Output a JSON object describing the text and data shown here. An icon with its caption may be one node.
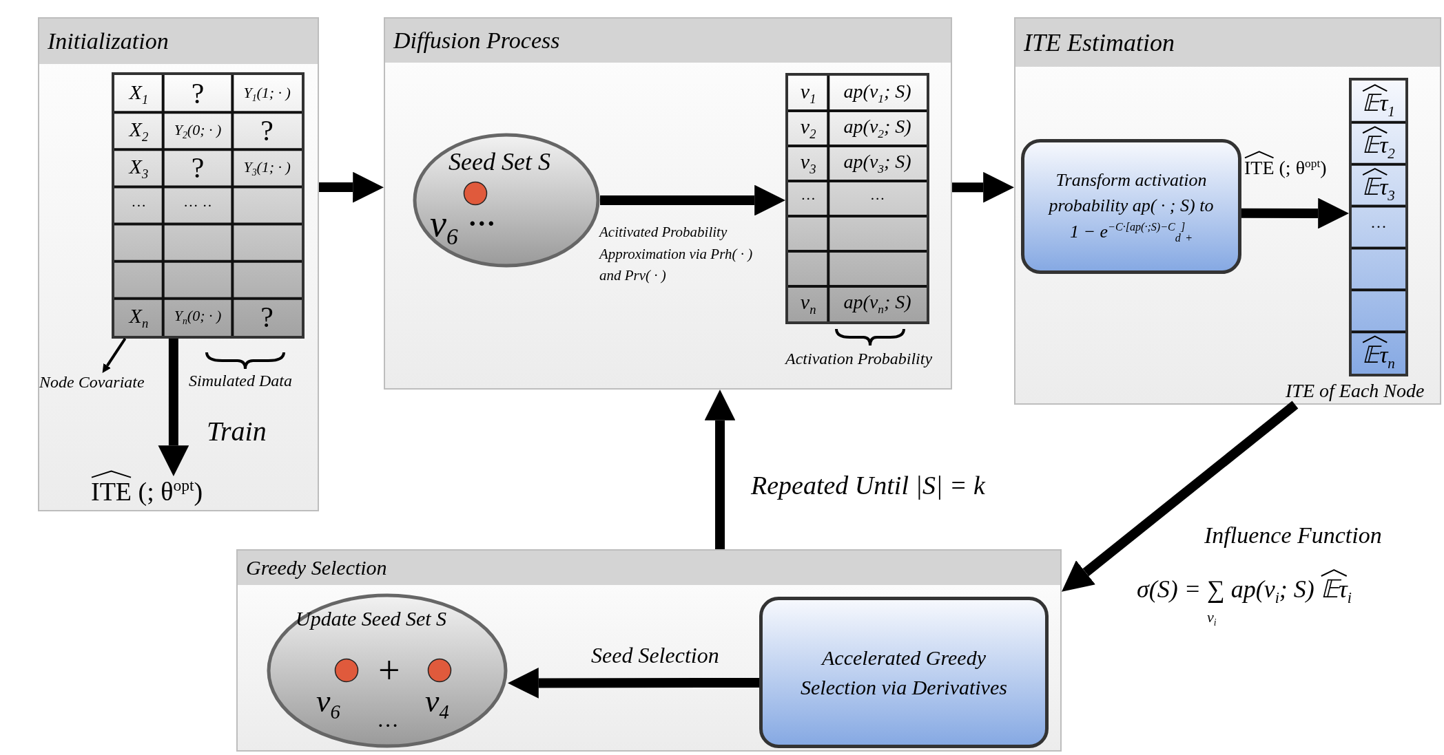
{
  "diagram": {
    "nodes": [
      {
        "text": [
          "Initialization"
        ]
      },
      {
        "text": [
          "X$_{1}$",
          "?",
          "Y$_{1}$(1; · )",
          "X$_{2}$",
          "Y$_{2}$(0; · )",
          "?",
          "X$_{3}$",
          "?",
          "Y$_{3}$(1; · )",
          "···",
          "··· ··",
          "X$_{n}$",
          "Y$_{n}$(0; · )",
          "?"
        ],
        "in": 0
      },
      {
        "text": [
          "Node Covariate"
        ],
        "in": 0
      },
      {
        "text": [
          "ITE (; θ$^{opt}$)"
        ],
        "in": 0
      },
      {
        "text": [
          "Diffusion Process"
        ]
      },
      {
        "text": [
          "Seed Set S",
          "v$_{6}$ ···"
        ],
        "in": 4
      },
      {
        "text": [
          "v$_{1}$",
          "ap(v$_{1}$; S)",
          "v$_{2}$",
          "ap(v$_{2}$; S)",
          "v$_{3}$",
          "ap(v$_{3}$; S)",
          "···",
          "···",
          "v$_{n}$",
          "ap(v$_{n}$; S)"
        ],
        "in": 4
      },
      {
        "text": [
          "ITE Estimation"
        ]
      },
      {
        "text": [
          "Transform activation probability ap( · ; S) to 1 − e$^{−C·[ap(·;S)−C}$$_{d}$$^{]}$$_{+}$"
        ],
        "in": 7
      },
      {
        "text": [
          "𝔼τ$_{1}$",
          "𝔼τ$_{2}$",
          "𝔼τ$_{3}$",
          "···",
          "𝔼τ$_{n}$"
        ],
        "in": 7
      },
      {
        "text": [
          "Greedy Selection"
        ]
      },
      {
        "text": [
          "Update Seed Set S",
          "+",
          "v$_{6}$",
          "v$_{4}$",
          "···"
        ],
        "in": 10
      },
      {
        "text": [
          "Accelerated Greedy Selection via Derivatives"
        ],
        "in": 10
      }
    ],
    "edges": [
      {
        "from": 0,
        "to": 4,
        "arrow": "to"
      },
      {
        "from": 1,
        "to": 2,
        "arrow": "to"
      },
      {
        "from": 1,
        "to": 3,
        "arrow": "to",
        "label": "Train"
      },
      {
        "from": 5,
        "to": 6,
        "arrow": "to",
        "label": "Acitivated Probability Approximation via Prh( · ) and Prv( · )"
      },
      {
        "from": 4,
        "to": 7,
        "arrow": "to"
      },
      {
        "from": 8,
        "to": 9,
        "arrow": "to",
        "label": "ITE (; θ$^{opt}$)"
      },
      {
        "from": 7,
        "to": 10,
        "arrow": "to",
        "label": "Influence Function"
      },
      {
        "from": 10,
        "to": 4,
        "arrow": "to",
        "label": "Repeated Until |S| = k"
      },
      {
        "from": 12,
        "to": 11,
        "arrow": "to",
        "label": "Seed Selection"
      }
    ],
    "labels": [
      "Simulated Data",
      "Activation Probability",
      "ITE of Each Node",
      "σ(S) = ∑ ap(v$_{i}$; S) 𝔼τ$_{i}$",
      "v$_{i}$"
    ]
  }
}
